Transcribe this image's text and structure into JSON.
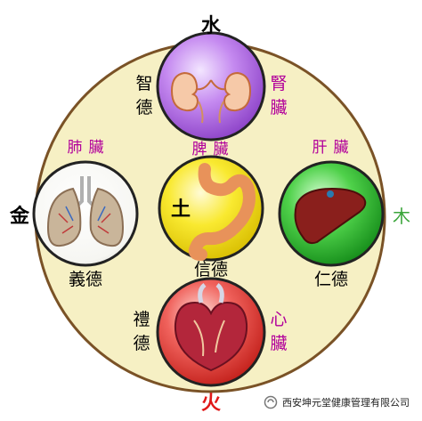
{
  "elements": {
    "water": "水",
    "wood": "木",
    "fire": "火",
    "metal": "金",
    "earth": "土"
  },
  "organs": {
    "kidney": {
      "char1": "腎",
      "char2": "臟"
    },
    "liver": {
      "char1": "肝",
      "char2": "臟"
    },
    "spleen": {
      "char1": "脾",
      "char2": "臟"
    },
    "lung": {
      "char1": "肺",
      "char2": "臟"
    },
    "heart": {
      "char1": "心",
      "char2": "臟"
    }
  },
  "virtues": {
    "wisdom": {
      "char1": "智",
      "char2": "德"
    },
    "benevolence": "仁德",
    "trust": "信德",
    "righteousness": "義德",
    "propriety": {
      "char1": "禮",
      "char2": "德"
    }
  },
  "watermark": {
    "text": "西安坤元堂健康管理有限公司",
    "icon": "wechat-official-account-icon"
  },
  "colors": {
    "outer_circle": "#f6f0c4",
    "water_circle": "#b56ee8",
    "wood_circle": "#27b42a",
    "fire_circle": "#e9453e",
    "metal_circle": "#ffffff",
    "earth_circle": "#f7e100",
    "organ_accent": "#b2009b",
    "wood_label": "#3aa53a",
    "fire_label": "#e01818"
  }
}
